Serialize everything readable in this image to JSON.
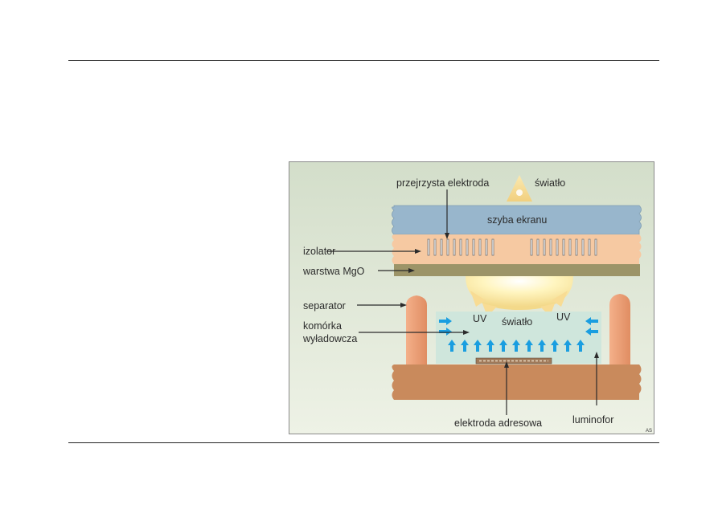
{
  "diagram": {
    "labels": {
      "transparent_electrode": "przejrzysta elektroda",
      "light_top": "światło",
      "screen_glass": "szyba ekranu",
      "insulator": "izolator",
      "mgo_layer": "warstwa MgO",
      "separator": "separator",
      "cell_line1": "komórka",
      "cell_line2": "wyładowcza",
      "uv_left": "UV",
      "light_cell": "światło",
      "uv_right": "UV",
      "address_electrode": "elektroda adresowa",
      "phosphor": "luminofor",
      "signature": "AS"
    },
    "colors": {
      "background": "#dfe6d2",
      "glass": "#98b6cc",
      "insulator": "#f6c9a2",
      "mgo": "#9c9468",
      "separator": "#ec9d72",
      "substrate": "#c98a5c",
      "cell": "#cfe6dc",
      "arrows": "#1a9ee0",
      "glow": "#fff3b0"
    }
  }
}
